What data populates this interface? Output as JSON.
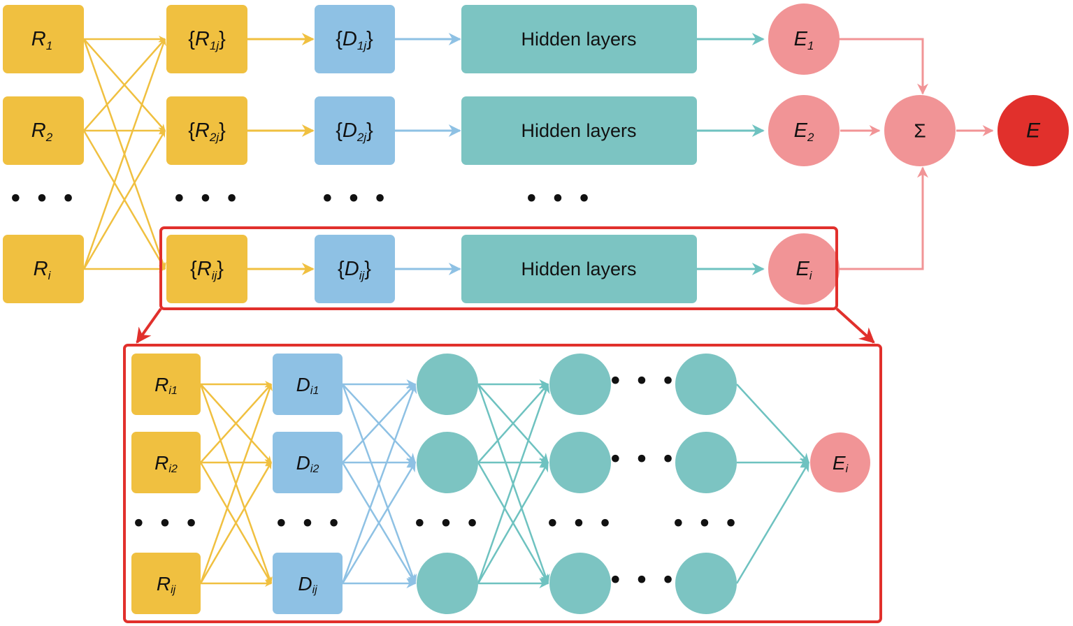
{
  "colors": {
    "yellow": "#F0C040",
    "blue": "#8EC1E4",
    "teal": "#7CC4C2",
    "pink": "#F19496",
    "red": "#E1302C",
    "frame": "#E1302C",
    "yellow_arrow": "#F0C040",
    "blue_arrow": "#8EC1E4",
    "teal_arrow": "#6EC2C0",
    "pink_arrow": "#F19496"
  },
  "top": {
    "rows": [
      {
        "r": {
          "base": "R",
          "sub": "1"
        },
        "rset": {
          "open": "{",
          "base": "R",
          "sub": "1j",
          "close": "}"
        },
        "dset": {
          "open": "{",
          "base": "D",
          "sub": "1j",
          "close": "}"
        },
        "hidden": "Hidden layers",
        "e": {
          "base": "E",
          "sub": "1"
        }
      },
      {
        "r": {
          "base": "R",
          "sub": "2"
        },
        "rset": {
          "open": "{",
          "base": "R",
          "sub": "2j",
          "close": "}"
        },
        "dset": {
          "open": "{",
          "base": "D",
          "sub": "2j",
          "close": "}"
        },
        "hidden": "Hidden layers",
        "e": {
          "base": "E",
          "sub": "2"
        }
      },
      {
        "r": {
          "base": "R",
          "sub": "i"
        },
        "rset": {
          "open": "{",
          "base": "R",
          "sub": "ij",
          "close": "}"
        },
        "dset": {
          "open": "{",
          "base": "D",
          "sub": "ij",
          "close": "}"
        },
        "hidden": "Hidden layers",
        "e": {
          "base": "E",
          "sub": "i"
        }
      }
    ],
    "ellipsis": "• • •",
    "sum": "Σ",
    "total": "E"
  },
  "detail": {
    "inputs": [
      {
        "base": "R",
        "sub": "i1"
      },
      {
        "base": "R",
        "sub": "i2"
      },
      {
        "base": "R",
        "sub": "ij"
      }
    ],
    "descriptors": [
      {
        "base": "D",
        "sub": "i1"
      },
      {
        "base": "D",
        "sub": "i2"
      },
      {
        "base": "D",
        "sub": "ij"
      }
    ],
    "output": {
      "base": "E",
      "sub": "i"
    },
    "ellipsis": "• • •"
  }
}
